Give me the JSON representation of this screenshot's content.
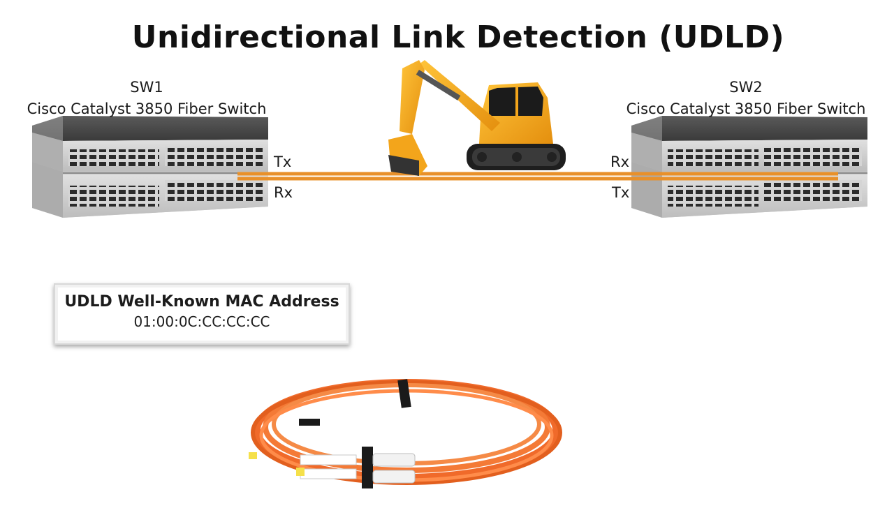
{
  "slide": {
    "title": "Unidirectional Link Detection (UDLD)"
  },
  "switches": [
    {
      "name": "SW1",
      "model": "Cisco Catalyst 3850 Fiber Switch",
      "ports": {
        "top": "Tx",
        "bottom": "Rx"
      }
    },
    {
      "name": "SW2",
      "model": "Cisco Catalyst 3850 Fiber Switch",
      "ports": {
        "top": "Rx",
        "bottom": "Tx"
      }
    }
  ],
  "mac_box": {
    "title": "UDLD Well-Known MAC Address",
    "value": "01:00:0C:CC:CC:CC"
  },
  "colors": {
    "fiber": "#e8902a",
    "excavator": "#f3a51b",
    "cable": "#f06a2a"
  },
  "icons": [
    "switch-image",
    "excavator-image",
    "fiber-cable-image"
  ]
}
